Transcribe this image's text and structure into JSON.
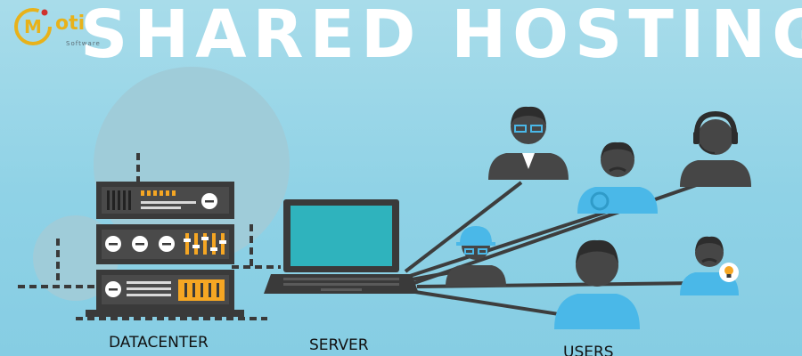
{
  "title": "SHARED HOSTING",
  "logo": {
    "letter": "M",
    "word": "oti",
    "tagline": "Software"
  },
  "nodes": {
    "datacenter": "DATACENTER",
    "server": "SERVER",
    "users": "USERS"
  },
  "colors": {
    "background": "#8fd2e6",
    "rack": "#3a3a3a",
    "accent": "#f5a623",
    "screen": "#2fb3bd",
    "user_dark": "#464646",
    "user_blue": "#4ab8e8",
    "link": "#3d3d3d"
  }
}
